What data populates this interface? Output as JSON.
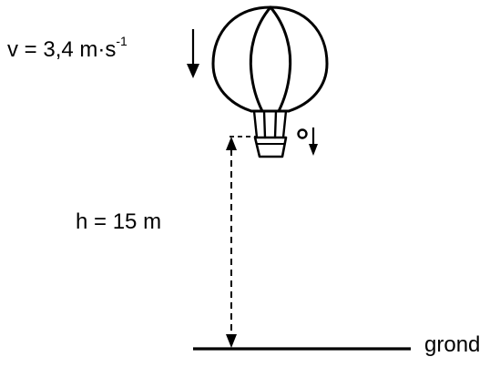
{
  "velocity": {
    "prefix": "v = 3,4 m·s",
    "exponent": "-1"
  },
  "height": {
    "text": "h = 15 m"
  },
  "ground": {
    "text": "grond"
  },
  "colors": {
    "ink": "#000000",
    "background": "#ffffff"
  },
  "icons": [
    "hot-air-balloon-icon",
    "falling-object-icon",
    "down-arrow-icon",
    "dashed-height-arrow-icon"
  ]
}
